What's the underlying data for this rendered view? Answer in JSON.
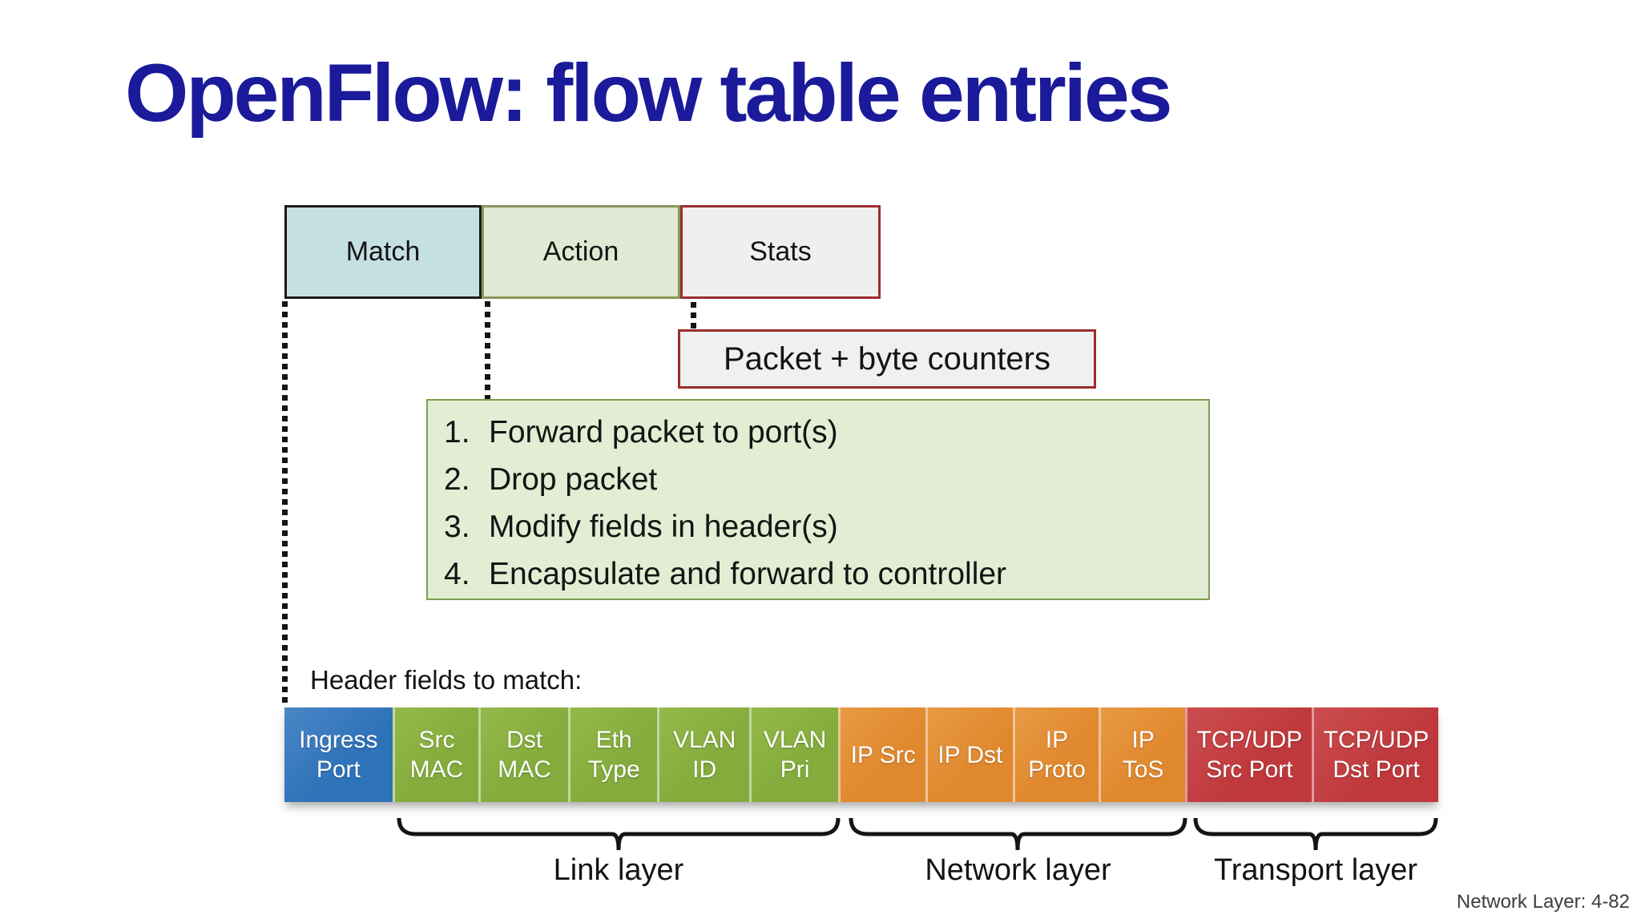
{
  "slide": {
    "title": "OpenFlow: flow table entries",
    "footer": "Network Layer: 4-82"
  },
  "flow_table": {
    "columns": [
      {
        "label": "Match"
      },
      {
        "label": "Action"
      },
      {
        "label": "Stats"
      }
    ]
  },
  "stats_note": {
    "label": "Packet + byte counters"
  },
  "actions": {
    "items": [
      "Forward packet to port(s)",
      "Drop packet",
      "Modify fields in header(s)",
      "Encapsulate and forward to controller"
    ]
  },
  "match_section": {
    "heading": "Header fields to match:",
    "fields": [
      {
        "label": "Ingress\nPort",
        "group": "ingress"
      },
      {
        "label": "Src\nMAC",
        "group": "link"
      },
      {
        "label": "Dst\nMAC",
        "group": "link"
      },
      {
        "label": "Eth\nType",
        "group": "link"
      },
      {
        "label": "VLAN\nID",
        "group": "link"
      },
      {
        "label": "VLAN\nPri",
        "group": "link"
      },
      {
        "label": "IP Src",
        "group": "network"
      },
      {
        "label": "IP Dst",
        "group": "network"
      },
      {
        "label": "IP\nProto",
        "group": "network"
      },
      {
        "label": "IP\nToS",
        "group": "network"
      },
      {
        "label": "TCP/UDP\nSrc Port",
        "group": "transport"
      },
      {
        "label": "TCP/UDP\nDst Port",
        "group": "transport"
      }
    ]
  },
  "layers": [
    {
      "label": "Link layer"
    },
    {
      "label": "Network layer"
    },
    {
      "label": "Transport layer"
    }
  ],
  "colors": {
    "title": "#1a1a9a",
    "match_fill": "#c5e0e3",
    "match_border": "#1b1b1b",
    "action_fill": "#e0e9d3",
    "action_border": "#87985a",
    "stats_fill": "#efefef",
    "stats_border": "#9b2d2d",
    "counters_fill": "#f0f0f0",
    "counters_border": "#9b2d2d",
    "actions_list_fill": "#e2edd3",
    "actions_list_border": "#7e9d50",
    "ingress_field": "#2e72b8",
    "link_fields": "#84ac3c",
    "network_fields": "#e0882e",
    "transport_fields": "#bf393c"
  }
}
